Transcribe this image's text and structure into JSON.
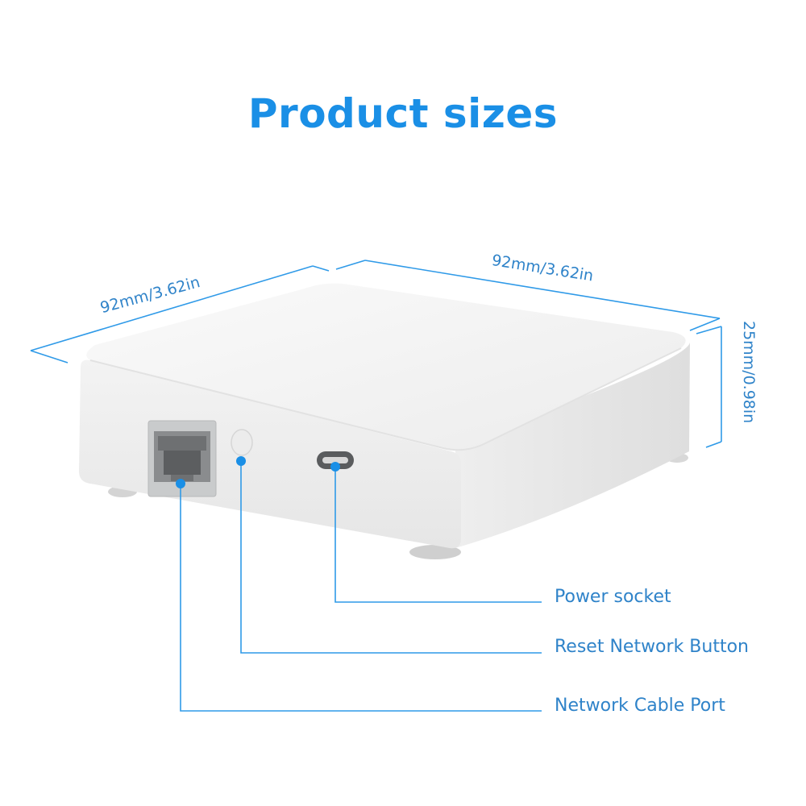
{
  "title": "Product sizes",
  "dimensions": {
    "width": "92mm/3.62in",
    "depth": "92mm/3.62in",
    "height": "25mm/0.98in"
  },
  "callouts": {
    "power_socket": "Power socket",
    "reset_button": "Reset Network Button",
    "network_port": "Network Cable Port"
  },
  "colors": {
    "title": "#1a8fe6",
    "lines": "#2f9ae8",
    "device_body": "#f2f2f2"
  }
}
